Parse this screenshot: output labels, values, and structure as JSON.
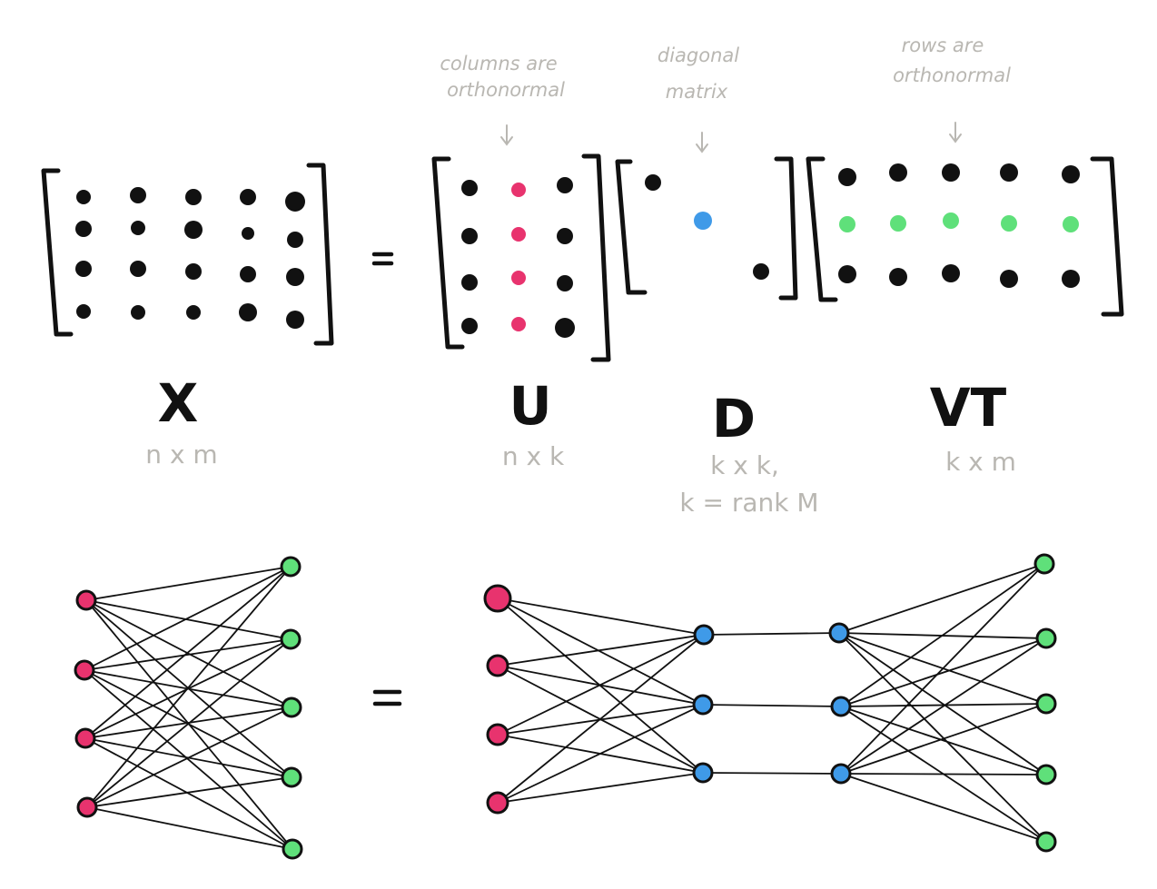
{
  "equation_top": {
    "equals": "=",
    "matrices": {
      "X": {
        "symbol": "X",
        "dims": "n x m"
      },
      "U": {
        "symbol": "U",
        "dims": "n x k",
        "note_line1": "columns are",
        "note_line2": "orthonormal"
      },
      "D": {
        "symbol": "D",
        "dims_line1": "k x k,",
        "dims_line2": "k = rank M",
        "note_line1": "diagonal",
        "note_line2": "matrix"
      },
      "VT": {
        "symbol": "VT",
        "dims": "k x m",
        "note_line1": "rows are",
        "note_line2": "orthonormal"
      }
    }
  },
  "equation_bottom": {
    "equals": "="
  },
  "colors": {
    "ink": "#111111",
    "annotation": "#b9b7b2",
    "u_column": "#e8336e",
    "d_diagonal": "#3f9ae8",
    "vt_row": "#5fe07a",
    "input_node": "#e8336e",
    "hidden_node": "#3f9ae8",
    "output_node": "#5fe07a"
  }
}
